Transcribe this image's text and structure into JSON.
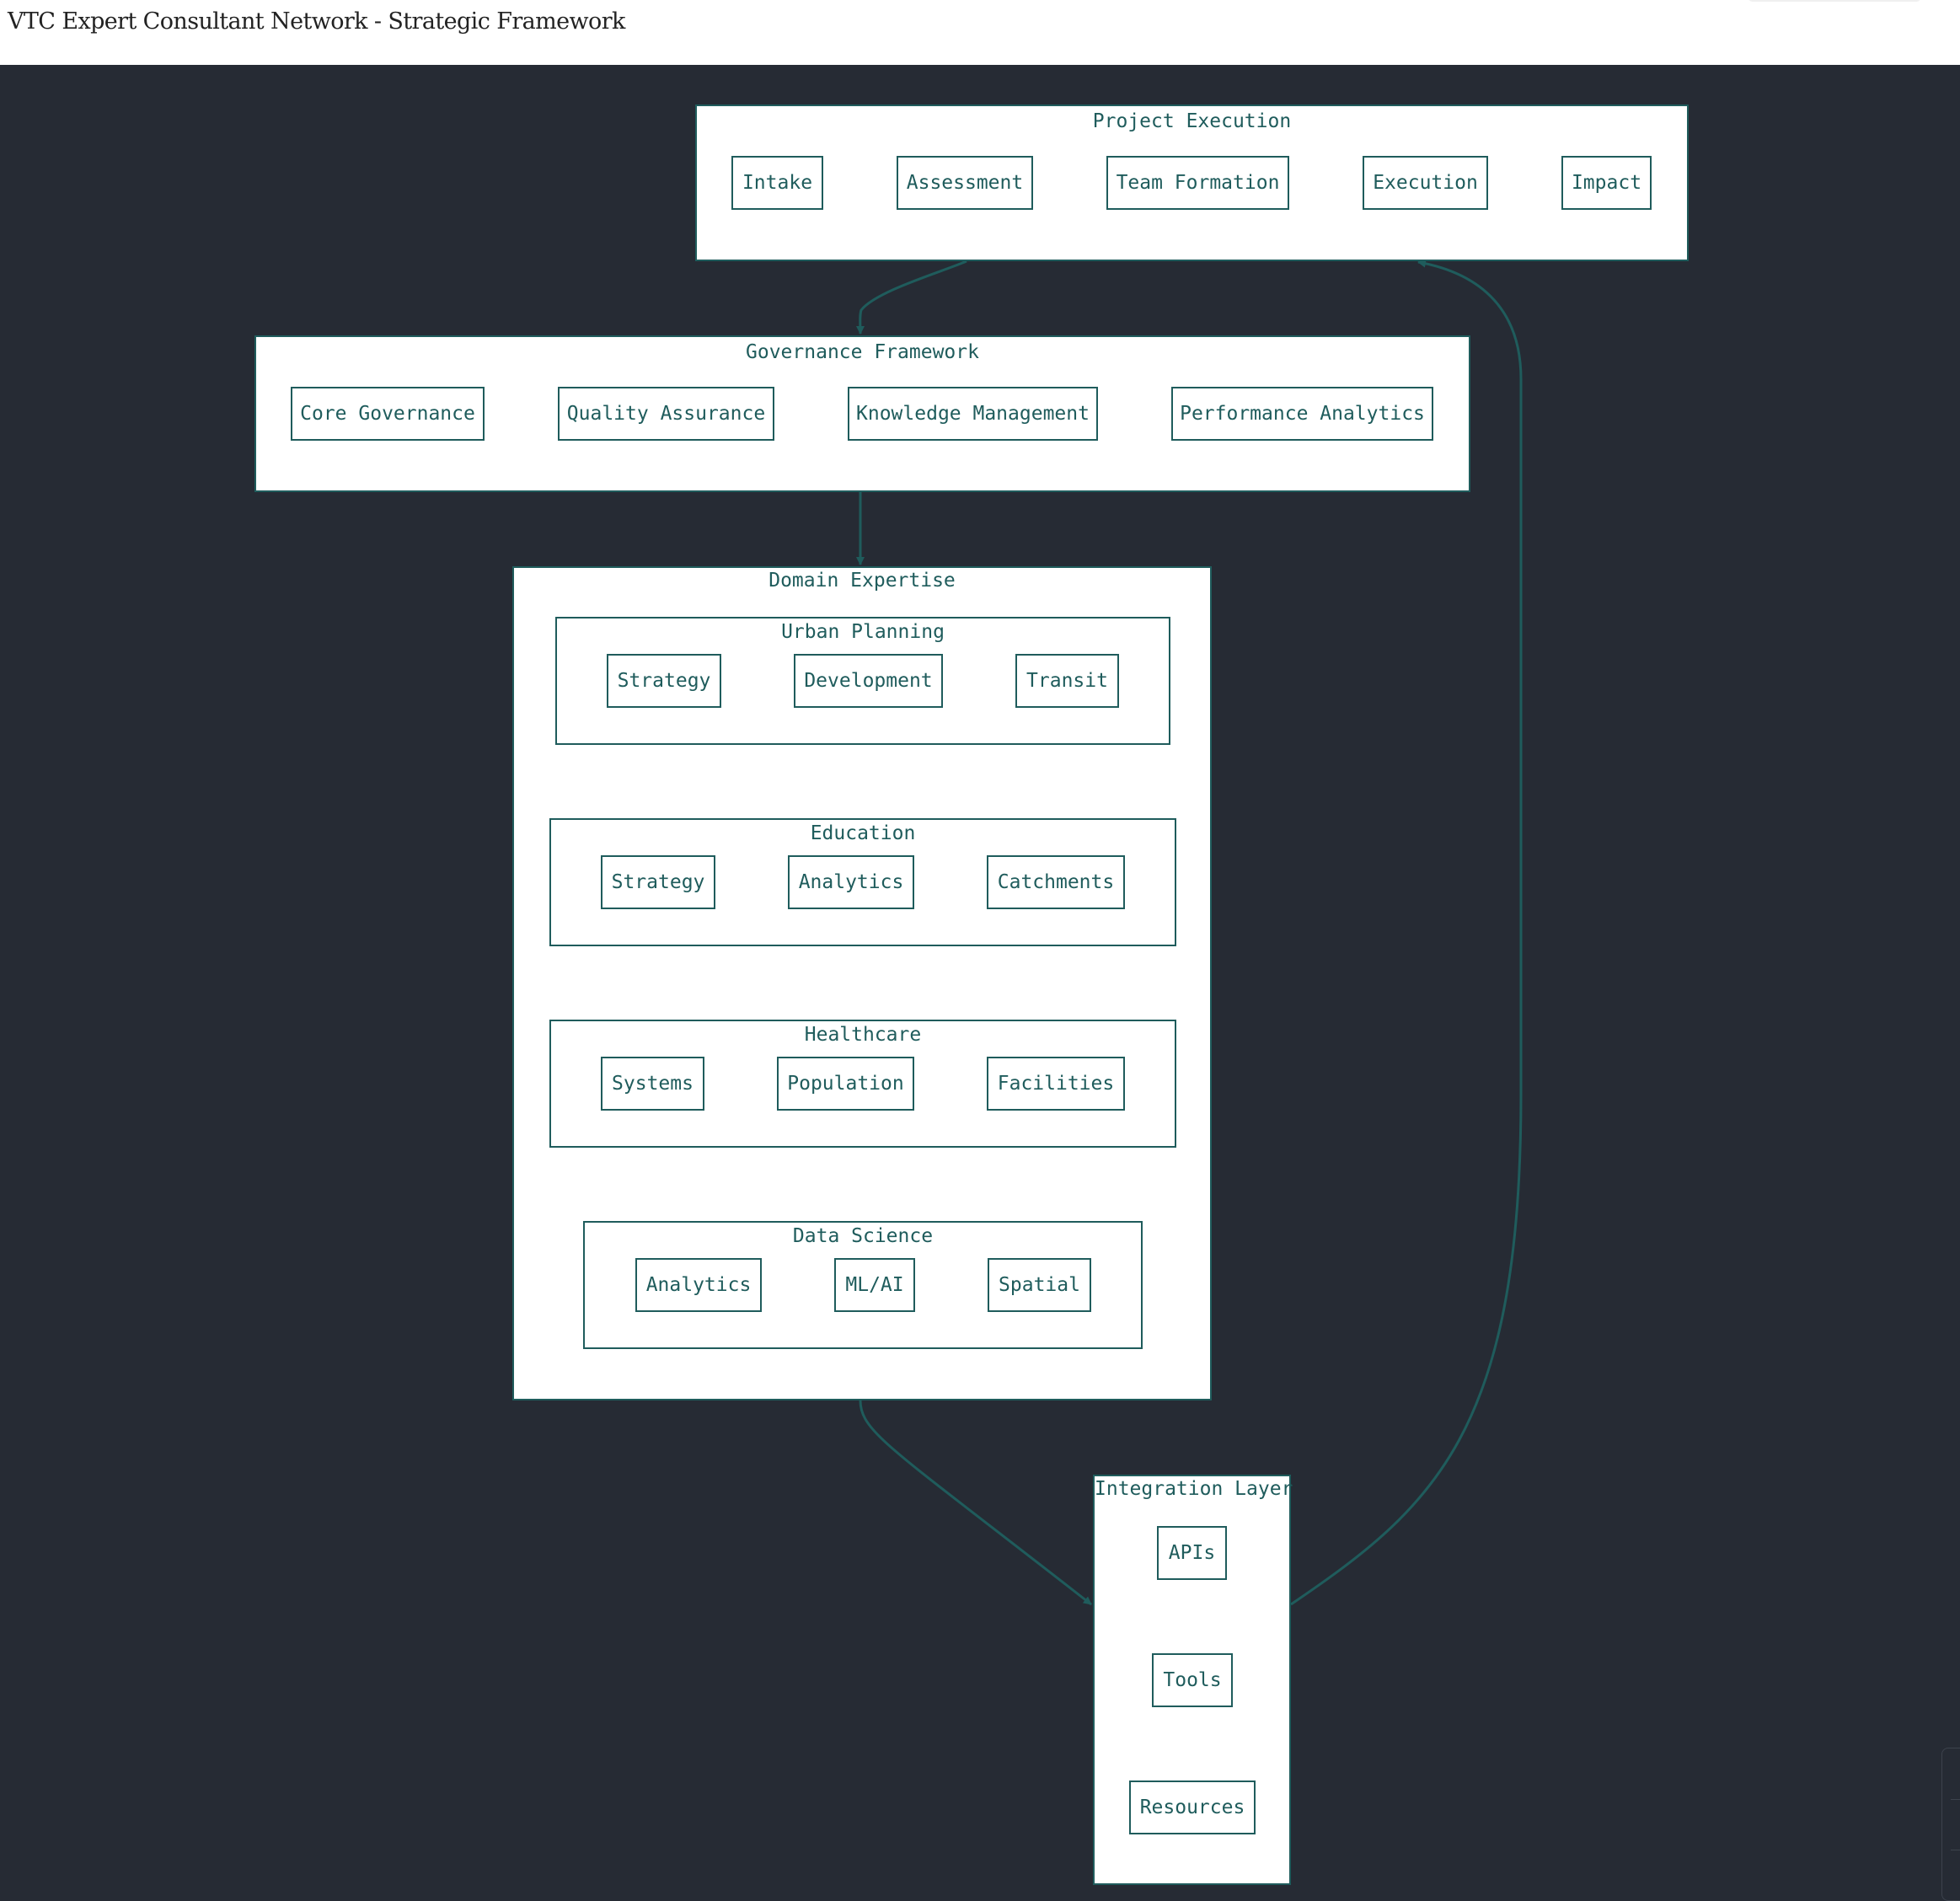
{
  "page": {
    "title": "VTC Expert Consultant Network - Strategic Framework"
  },
  "colors": {
    "background": "#262b34",
    "accent": "#1f5c5c",
    "surface": "#ffffff"
  },
  "diagram": {
    "project_execution": {
      "title": "Project Execution",
      "steps": [
        "Intake",
        "Assessment",
        "Team Formation",
        "Execution",
        "Impact"
      ]
    },
    "governance": {
      "title": "Governance Framework",
      "steps": [
        "Core Governance",
        "Quality Assurance",
        "Knowledge Management",
        "Performance Analytics"
      ]
    },
    "domain_expertise": {
      "title": "Domain Expertise",
      "groups": [
        {
          "title": "Urban Planning",
          "items": [
            "Strategy",
            "Development",
            "Transit"
          ]
        },
        {
          "title": "Education",
          "items": [
            "Strategy",
            "Analytics",
            "Catchments"
          ]
        },
        {
          "title": "Healthcare",
          "items": [
            "Systems",
            "Population",
            "Facilities"
          ]
        },
        {
          "title": "Data Science",
          "items": [
            "Analytics",
            "ML/AI",
            "Spatial"
          ]
        }
      ]
    },
    "integration": {
      "title": "Integration Layer",
      "items": [
        "APIs",
        "Tools",
        "Resources"
      ]
    }
  }
}
